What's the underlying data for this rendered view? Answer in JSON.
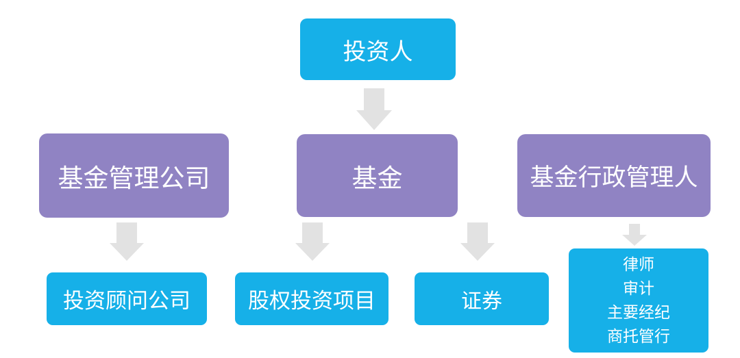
{
  "diagram": {
    "type": "flowchart",
    "nodes": {
      "investor": {
        "label": "投资人",
        "fill": "#16B0E8"
      },
      "fund_management_company": {
        "label": "基金管理公司",
        "fill": "#9083C3"
      },
      "fund": {
        "label": "基金",
        "fill": "#9083C3"
      },
      "fund_administrator": {
        "label": "基金行政管理人",
        "fill": "#9083C3"
      },
      "investment_advisory_company": {
        "label": "投资顾问公司",
        "fill": "#16B0E8"
      },
      "equity_investment_projects": {
        "label": "股权投资项目",
        "fill": "#16B0E8"
      },
      "securities": {
        "label": "证券",
        "fill": "#16B0E8"
      },
      "service_providers": {
        "lines": [
          "律师",
          "审计",
          "主要经纪",
          "商托管行"
        ],
        "fill": "#16B0E8"
      }
    },
    "edges": [
      {
        "from": "investor",
        "to": "fund"
      },
      {
        "from": "fund_management_company",
        "to": "investment_advisory_company"
      },
      {
        "from": "fund",
        "to": "equity_investment_projects"
      },
      {
        "from": "fund",
        "to": "securities"
      },
      {
        "from": "fund_administrator",
        "to": "service_providers"
      }
    ],
    "colors": {
      "cyan": "#16B0E8",
      "purple": "#9083C3",
      "arrow_gray": "#E2E2E2",
      "text": "#FFFFFF",
      "background": "#FFFFFF"
    }
  }
}
